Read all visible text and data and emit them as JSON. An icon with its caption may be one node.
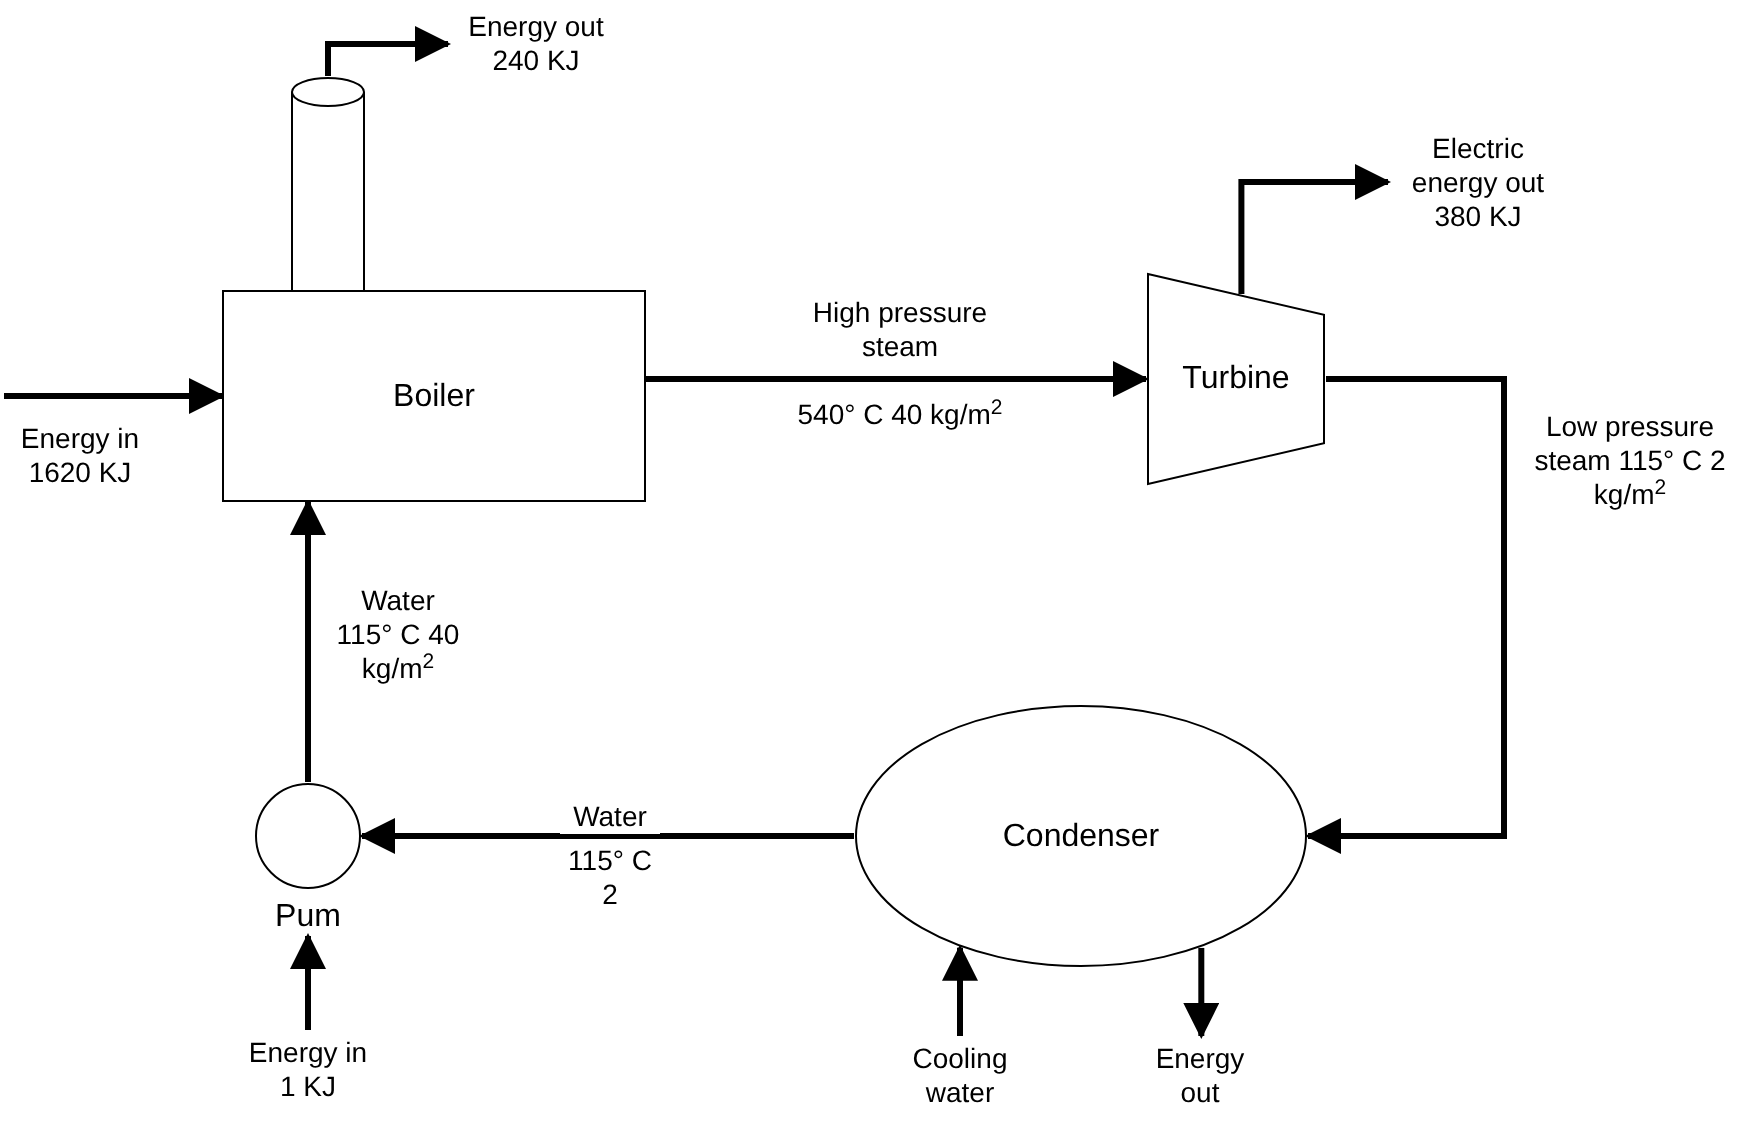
{
  "diagram": {
    "nodes": [
      {
        "text": [
          "Boiler"
        ]
      },
      {
        "text": [],
        "shape": "cylinder"
      },
      {
        "text": [
          "Turbine"
        ]
      },
      {
        "text": [
          "Condenser"
        ]
      },
      {
        "text": [
          "Pum"
        ]
      },
      {
        "text": [
          "Energy out 240 KJ"
        ]
      },
      {
        "text": [
          "Electric energy out 380 KJ"
        ]
      },
      {
        "text": [
          "Energy in 1620 KJ"
        ]
      },
      {
        "text": [
          "Energy in 1 KJ"
        ]
      },
      {
        "text": [
          "Cooling water"
        ]
      },
      {
        "text": [
          "Energy out"
        ]
      }
    ],
    "edges": [
      {
        "from": 1,
        "to": 5,
        "arrow": "to"
      },
      {
        "from": 0,
        "to": 2,
        "arrow": "to",
        "label": "High pressure steam"
      },
      {
        "from": 2,
        "to": 6,
        "arrow": "to"
      },
      {
        "from": 2,
        "to": 3,
        "arrow": "to",
        "label": "Low pressure steam 115° C 2 kg/m$^{2}$"
      },
      {
        "from": 3,
        "to": 4,
        "arrow": "to",
        "label": "Water"
      },
      {
        "from": 4,
        "to": 0,
        "arrow": "to",
        "label": "Water 115° C 40 kg/m$^{2}$"
      },
      {
        "from": 7,
        "to": 0,
        "arrow": "to"
      },
      {
        "from": 8,
        "to": 4,
        "arrow": "to"
      },
      {
        "from": 9,
        "to": 3,
        "arrow": "to"
      },
      {
        "from": 3,
        "to": 10,
        "arrow": "to"
      }
    ],
    "labels": [
      "540° C 40 kg/m$^{2}$",
      "115° C 2"
    ]
  }
}
